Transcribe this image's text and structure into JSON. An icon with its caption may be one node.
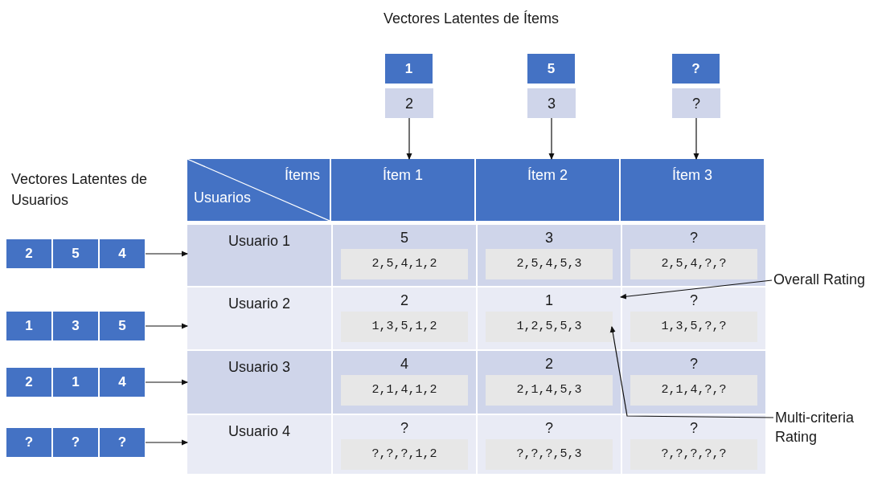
{
  "diagram": {
    "nodes": [
      {
        "text": [
          "1"
        ]
      },
      {
        "text": [
          "2"
        ]
      },
      {
        "text": [
          "5"
        ]
      },
      {
        "text": [
          "3"
        ]
      },
      {
        "text": [
          "?"
        ]
      },
      {
        "text": [
          "?"
        ]
      },
      {
        "text": [
          "Ítems",
          "Usuarios"
        ]
      },
      {
        "text": [
          "Ítem 1"
        ]
      },
      {
        "text": [
          "Ítem 2"
        ]
      },
      {
        "text": [
          "Ítem 3"
        ]
      },
      {
        "text": [
          "2"
        ]
      },
      {
        "text": [
          "5"
        ]
      },
      {
        "text": [
          "4"
        ]
      },
      {
        "text": [
          "Usuario 1"
        ]
      },
      {
        "text": [
          "5"
        ]
      },
      {
        "text": [
          "2,5,4,1,2"
        ],
        "in": 14
      },
      {
        "text": [
          "3"
        ]
      },
      {
        "text": [
          "2,5,4,5,3"
        ],
        "in": 16
      },
      {
        "text": [
          "?"
        ]
      },
      {
        "text": [
          "2,5,4,?,?"
        ],
        "in": 18
      },
      {
        "text": [
          "1"
        ]
      },
      {
        "text": [
          "3"
        ]
      },
      {
        "text": [
          "5"
        ]
      },
      {
        "text": [
          "Usuario 2"
        ]
      },
      {
        "text": [
          "2"
        ]
      },
      {
        "text": [
          "1,3,5,1,2"
        ],
        "in": 24
      },
      {
        "text": [
          "1"
        ]
      },
      {
        "text": [
          "1,2,5,5,3"
        ],
        "in": 26
      },
      {
        "text": [
          "?"
        ]
      },
      {
        "text": [
          "1,3,5,?,?"
        ],
        "in": 28
      },
      {
        "text": [
          "2"
        ]
      },
      {
        "text": [
          "1"
        ]
      },
      {
        "text": [
          "4"
        ]
      },
      {
        "text": [
          "Usuario 3"
        ]
      },
      {
        "text": [
          "4"
        ]
      },
      {
        "text": [
          "2,1,4,1,2"
        ],
        "in": 34
      },
      {
        "text": [
          "2"
        ]
      },
      {
        "text": [
          "2,1,4,5,3"
        ],
        "in": 36
      },
      {
        "text": [
          "?"
        ]
      },
      {
        "text": [
          "2,1,4,?,?"
        ],
        "in": 38
      },
      {
        "text": [
          "?"
        ]
      },
      {
        "text": [
          "?"
        ]
      },
      {
        "text": [
          "?"
        ]
      },
      {
        "text": [
          "Usuario 4"
        ]
      },
      {
        "text": [
          "?"
        ]
      },
      {
        "text": [
          "?,?,?,1,2"
        ],
        "in": 44
      },
      {
        "text": [
          "?"
        ]
      },
      {
        "text": [
          "?,?,?,5,3"
        ],
        "in": 46
      },
      {
        "text": [
          "?"
        ]
      },
      {
        "text": [
          "?,?,?,?,?"
        ],
        "in": 48
      },
      {
        "text": [
          "Overall Rating"
        ]
      },
      {
        "text": [
          "Multi-criteria Rating"
        ]
      }
    ],
    "edges": [
      {
        "from": 1,
        "to": 7,
        "arrow": "to"
      },
      {
        "from": 3,
        "to": 8,
        "arrow": "to"
      },
      {
        "from": 5,
        "to": 9,
        "arrow": "to"
      },
      {
        "from": 12,
        "to": 13,
        "arrow": "to"
      },
      {
        "from": 22,
        "to": 23,
        "arrow": "to"
      },
      {
        "from": 32,
        "to": 33,
        "arrow": "to"
      },
      {
        "from": 42,
        "to": 43,
        "arrow": "to"
      },
      {
        "from": 50,
        "to": 26,
        "arrow": "to"
      },
      {
        "from": 51,
        "to": 27,
        "arrow": "to"
      }
    ],
    "labels": [
      "Vectores Latentes de Ítems",
      "Vectores Latentes de Usuarios"
    ]
  }
}
